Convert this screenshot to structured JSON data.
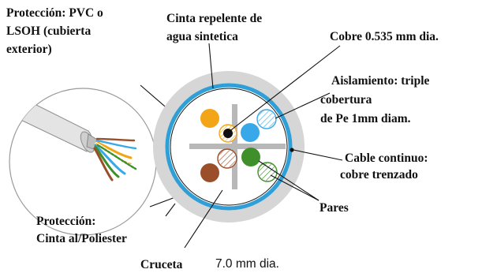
{
  "labels": {
    "outer_jacket": [
      "Protección: PVC o",
      "LSOH (cubierta",
      "exterior)"
    ],
    "water_tape": [
      "Cinta repelente de",
      "agua sintetica"
    ],
    "copper": "Cobre 0.535 mm dia.",
    "insulation": [
      "Aislamiento: triple",
      "cobertura",
      "de Pe 1mm diam."
    ],
    "drain": [
      "Cable continuo:",
      "cobre trenzado"
    ],
    "pairs": "Pares",
    "foil": [
      "Protección:",
      "Cinta al/Poliester"
    ],
    "cross": "Cruceta",
    "diameter": "7.0 mm dia."
  },
  "colors": {
    "jacket": "#d6d6d6",
    "shield": "#2f9fd8",
    "orange": "#f2a516",
    "blue": "#38a8e8",
    "green": "#3f8f2a",
    "brown": "#9a4e2a",
    "black": "#111111"
  }
}
